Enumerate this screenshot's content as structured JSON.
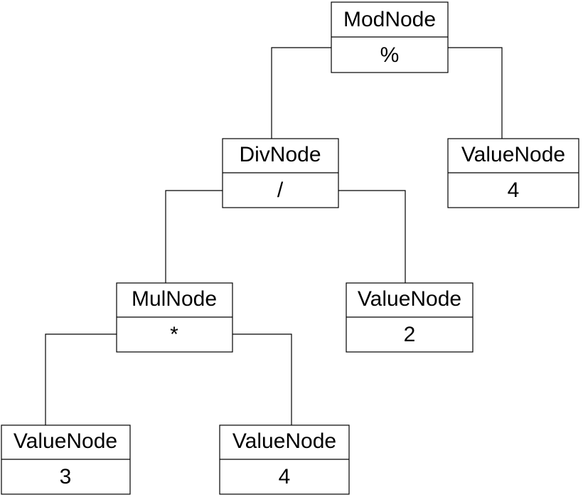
{
  "diagram": {
    "nodes": {
      "mod": {
        "name": "ModNode",
        "value": "%"
      },
      "div": {
        "name": "DivNode",
        "value": "/"
      },
      "value_root_right": {
        "name": "ValueNode",
        "value": "4"
      },
      "mul": {
        "name": "MulNode",
        "value": "*"
      },
      "value_div_right": {
        "name": "ValueNode",
        "value": "2"
      },
      "value_mul_left": {
        "name": "ValueNode",
        "value": "3"
      },
      "value_mul_right": {
        "name": "ValueNode",
        "value": "4"
      }
    }
  }
}
